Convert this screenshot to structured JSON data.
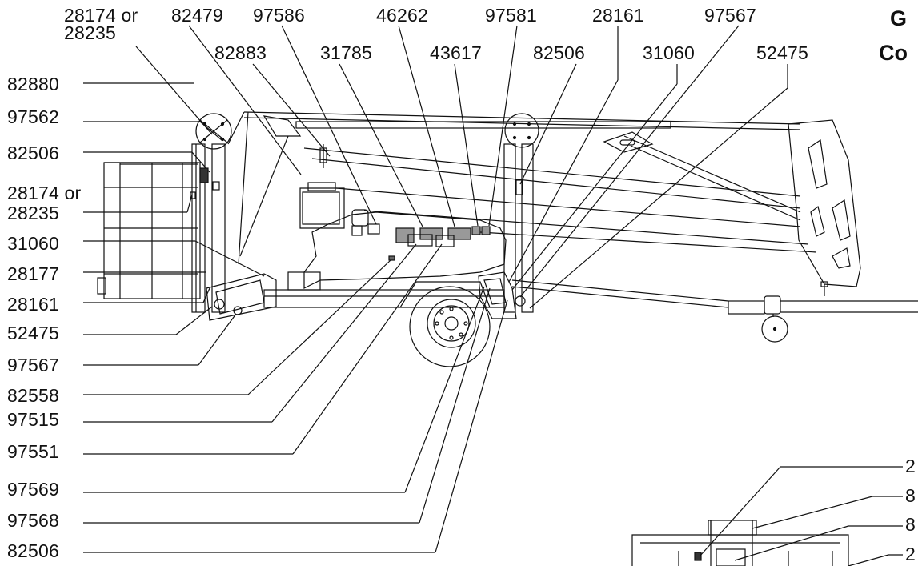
{
  "title": {
    "line1": "G",
    "line2": "Co"
  },
  "top_row1": [
    "28174 or",
    "82479",
    "97586",
    "46262",
    "97581",
    "28161",
    "97567"
  ],
  "top_row1b": [
    "28235"
  ],
  "top_row2": [
    "82883",
    "31785",
    "43617",
    "82506",
    "31060",
    "52475"
  ],
  "left_labels": [
    "82880",
    "97562",
    "82506",
    "28174 or",
    "28235",
    "31060",
    "28177",
    "28161",
    "52475",
    "97567",
    "82558",
    "97515",
    "97551",
    "97569",
    "97568",
    "82506"
  ],
  "inset_labels": [
    "2",
    "8",
    "8",
    "2"
  ]
}
